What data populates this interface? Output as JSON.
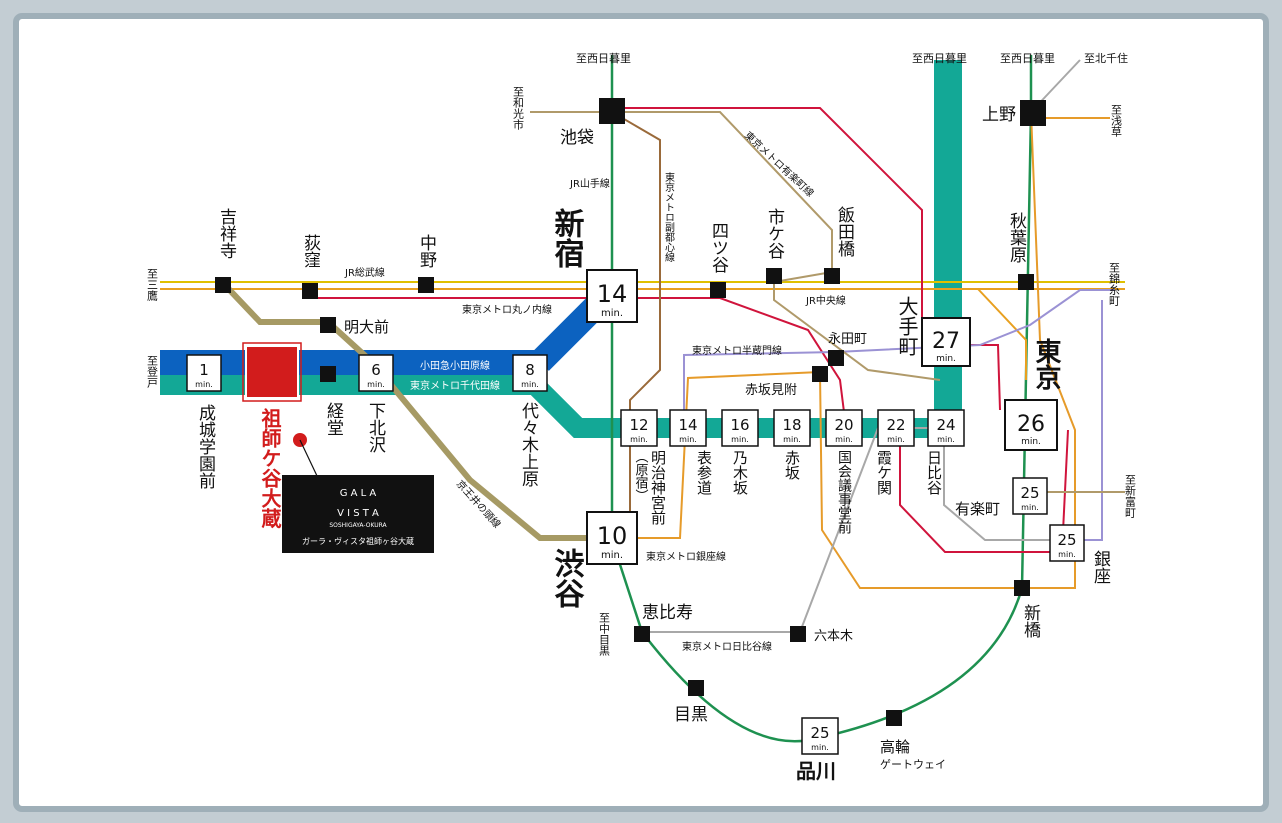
{
  "lines": {
    "yamanote": "JR山手線",
    "sobu": "JR総武線",
    "chuo": "JR中央線",
    "marunouchi": "東京メトロ丸ノ内線",
    "odakyu": "小田急小田原線",
    "chiyoda": "東京メトロ千代田線",
    "hanzomon": "東京メトロ半蔵門線",
    "ginza": "東京メトロ銀座線",
    "hibiya": "東京メトロ日比谷線",
    "yurakucho": "東京メトロ有楽町線",
    "fukutoshin": "東京メトロ副都心線",
    "inokashira": "京王井の頭線"
  },
  "directions": {
    "nishinippori_1": "至西日暮里",
    "nishinippori_2": "至西日暮里",
    "nishinippori_3": "至西日暮里",
    "kitasenju": "至北千住",
    "asakusa": "至浅草",
    "wakoshi": "至和光市",
    "mitaka": "至三鷹",
    "noborito": "至登戸",
    "kinshicho": "至錦糸町",
    "shintomicho": "至新富町",
    "nakameguro": "至中目黒"
  },
  "stations": {
    "ikebukuro": "池袋",
    "ueno": "上野",
    "shinjuku": "新宿",
    "shibuya": "渋谷",
    "tokyo": "東京",
    "otemachi": "大手町",
    "kichijoji": "吉祥寺",
    "ogikubo": "荻窪",
    "nakano": "中野",
    "meidaimae": "明大前",
    "yotsuya": "四ツ谷",
    "ichigaya": "市ケ谷",
    "iidabashi": "飯田橋",
    "akihabara": "秋葉原",
    "nagatacho": "永田町",
    "akasakamitsuke": "赤坂見附",
    "seijogakuenmae": "成城学園前",
    "soshigaya_okura": "祖師ケ谷大蔵",
    "kyodo": "経堂",
    "shimokitazawa": "下北沢",
    "yoyogiuehara": "代々木上原",
    "meijijingumae": "明治神宮前",
    "harajuku": "（原宿）",
    "omotesando": "表参道",
    "nogizaka": "乃木坂",
    "akasaka": "赤坂",
    "kokkaigijidomae": "国会議事堂前",
    "kasumigaseki": "霞ケ関",
    "hibiya": "日比谷",
    "yurakucho": "有楽町",
    "ginza": "銀座",
    "shinbashi": "新橋",
    "ebisu": "恵比寿",
    "roppongi": "六本木",
    "meguro": "目黒",
    "shinagawa": "品川",
    "takanawa": "高輪",
    "takanawa_gw": "ゲートウェイ"
  },
  "times": {
    "seijo": "1",
    "shimokita": "6",
    "yoyogiuehara": "8",
    "shinjuku": "14",
    "shibuya": "10",
    "meiji": "12",
    "omotesando": "14",
    "nogizaka": "16",
    "akasaka": "18",
    "kokkai": "20",
    "kasumigaseki": "22",
    "hibiya": "24",
    "otemachi": "27",
    "tokyo": "26",
    "yurakucho": "25",
    "ginza": "25",
    "shinagawa": "25",
    "unit": "min."
  },
  "property": {
    "logo_line1": "G A L A",
    "logo_line2": "V I S T A",
    "logo_line3": "SOSHIGAYA-OKURA",
    "logo_line4": "ガーラ・ヴィスタ祖師ヶ谷大蔵"
  },
  "colors": {
    "yamanote": "#1e9150",
    "chiyoda": "#13a896",
    "odakyu": "#0c62c0",
    "chuo": "#e8a020",
    "sobu": "#e0c000",
    "marunouchi": "#d0143c",
    "inokashira": "#a69a64",
    "hanzomon": "#9b92d4",
    "ginza": "#e69b2a",
    "hibiya": "#a8a8a8",
    "yurakucho": "#b09a6a",
    "fukutoshin": "#9a6a3a",
    "property": "#d21c1c"
  }
}
